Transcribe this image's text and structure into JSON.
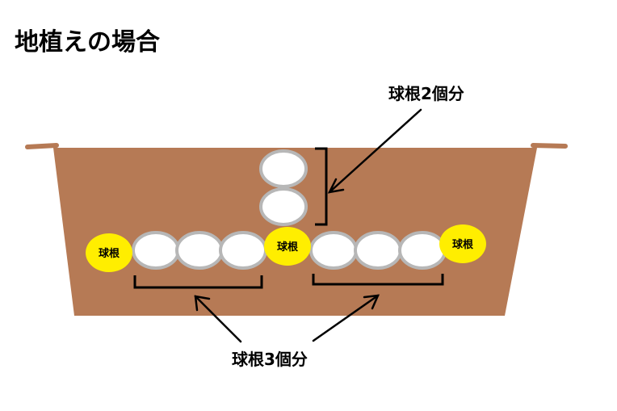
{
  "title": "地植えの場合",
  "bulb_label": "球根",
  "spacing_vertical_label": "球根2個分",
  "spacing_horizontal_label": "球根3個分",
  "colors": {
    "soil": "#b67a55",
    "bulb": "#ffee00",
    "spacer_fill": "#ffffff",
    "spacer_stroke": "#b7b7b7",
    "line": "#000000"
  }
}
